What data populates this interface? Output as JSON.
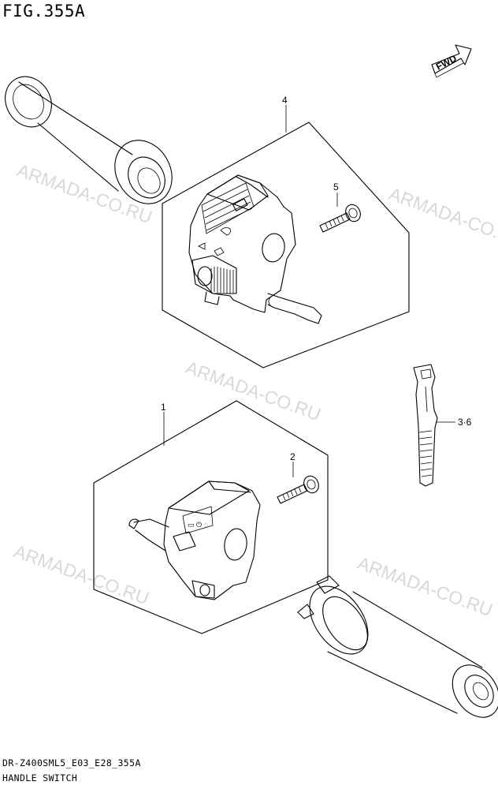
{
  "figure": {
    "title": "FIG.355A"
  },
  "footer": {
    "code": "DR-Z400SML5_E03_E28_355A",
    "name": "HANDLE SWITCH"
  },
  "fwd": {
    "label": "FWD"
  },
  "watermark": {
    "text": "ARMADA-CO.RU"
  },
  "callouts": {
    "c1": "1",
    "c2": "2",
    "c4": "4",
    "c5": "5",
    "c36": "3·6"
  }
}
